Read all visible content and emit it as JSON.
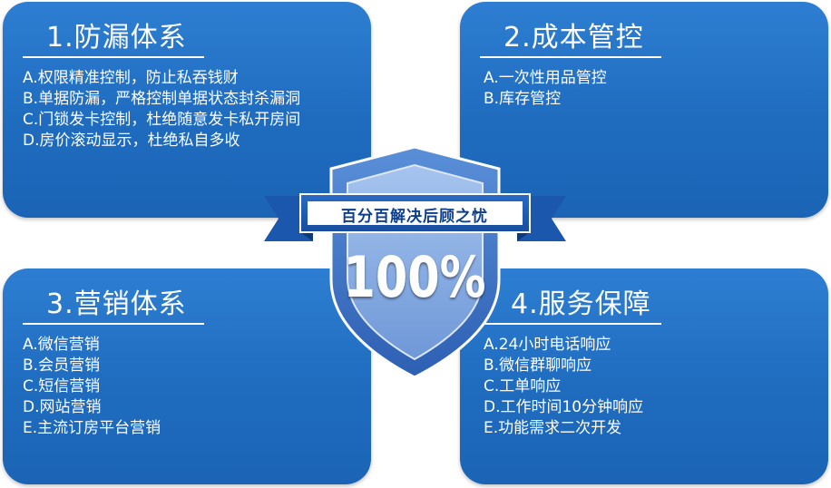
{
  "cards": [
    {
      "title": "1.防漏体系",
      "items": [
        "A.权限精准控制，防止私吞钱财",
        "B.单据防漏，严格控制单据状态封杀漏洞",
        "C.门锁发卡控制，杜绝随意发卡私开房间",
        "D.房价滚动显示，杜绝私自多收"
      ]
    },
    {
      "title": "2.成本管控",
      "items": [
        "A.一次性用品管控",
        "B.库存管控"
      ]
    },
    {
      "title": "3.营销体系",
      "items": [
        "A.微信营销",
        "B.会员营销",
        "C.短信营销",
        "D.网站营销",
        "E.主流订房平台营销"
      ]
    },
    {
      "title": "4.服务保障",
      "items": [
        "A.24小时电话响应",
        "B.微信群聊响应",
        "C.工单响应",
        "D.工作时间10分钟响应",
        "E.功能需求二次开发"
      ]
    }
  ],
  "shield": {
    "banner": "百分百解决后顾之忧",
    "percent": "100%"
  },
  "colors": {
    "card_blue": "#1f6cbf",
    "shield_outer": "#3d72c6",
    "shield_inner": "#86abe2",
    "banner_blue": "#1b57ad"
  }
}
